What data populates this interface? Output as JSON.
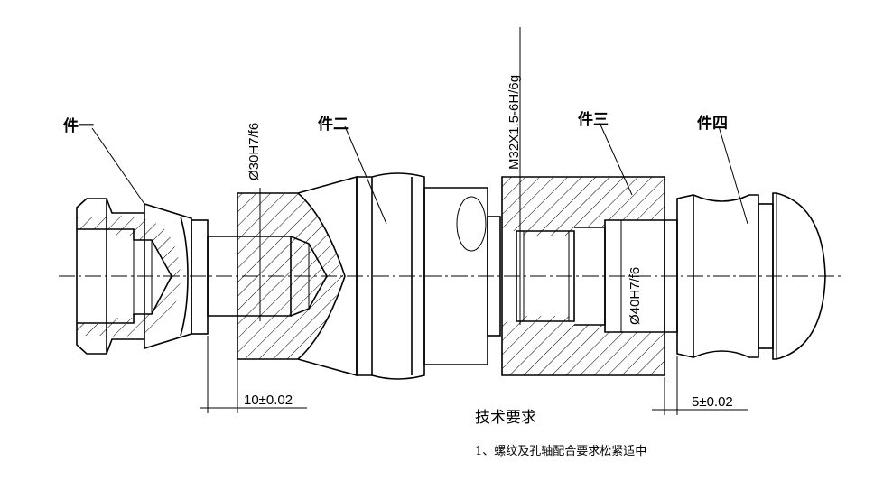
{
  "parts": {
    "part1": "件一",
    "part2": "件二",
    "part3": "件三",
    "part4": "件四"
  },
  "dimensions": {
    "dia30": "Ø30H7/f6",
    "thread": "M32X1.5-6H/6g",
    "dia40": "Ø40H7/f6",
    "gap_left": "10±0.02",
    "gap_right": "5±0.02"
  },
  "requirements": {
    "title": "技术要求",
    "item1": "1、螺纹及孔轴配合要求松紧适中"
  }
}
